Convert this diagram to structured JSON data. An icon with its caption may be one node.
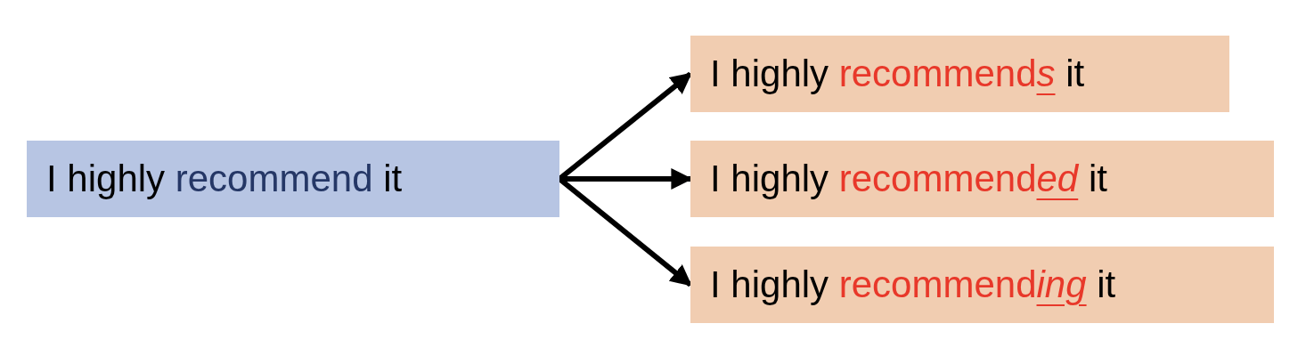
{
  "diagram": {
    "nodes": [
      {
        "text": [
          "I highly recommend it"
        ]
      },
      {
        "text": [
          "I highly recommends it"
        ]
      },
      {
        "text": [
          "I highly recommended it"
        ]
      },
      {
        "text": [
          "I highly recommending it"
        ]
      }
    ],
    "edges": [
      {
        "from": 0,
        "to": 1,
        "arrow": "to"
      },
      {
        "from": 0,
        "to": 2,
        "arrow": "to"
      },
      {
        "from": 0,
        "to": 3,
        "arrow": "to"
      }
    ]
  }
}
